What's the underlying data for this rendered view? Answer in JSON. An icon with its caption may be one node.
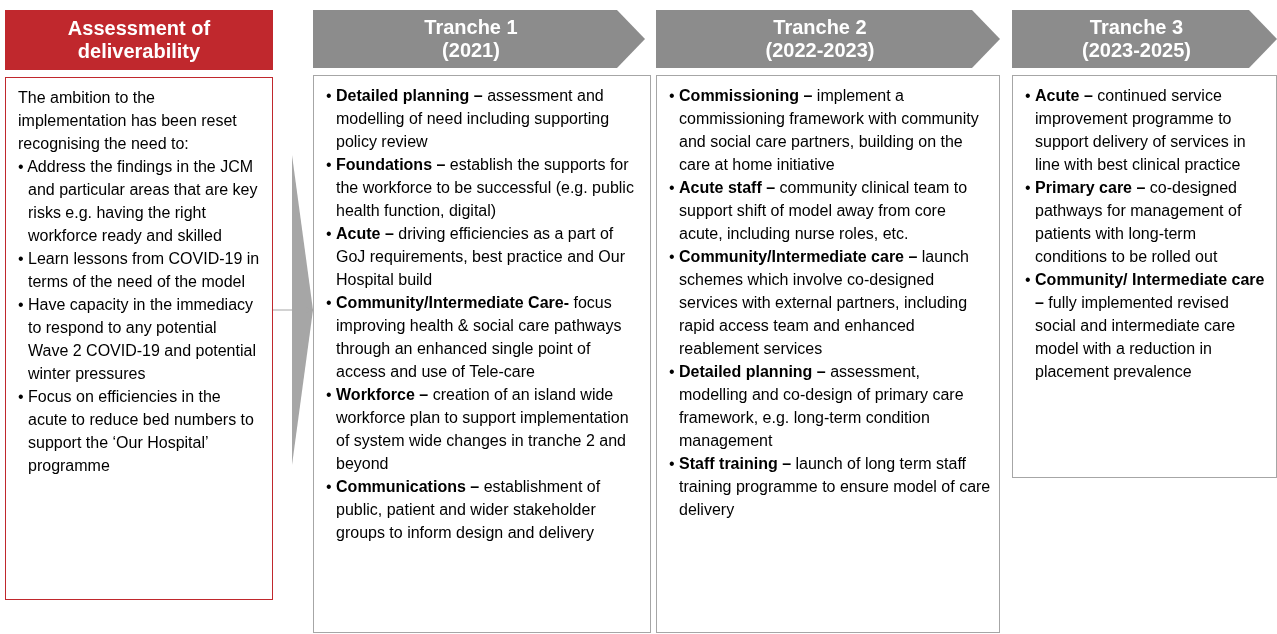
{
  "diagram": {
    "nodes": [
      {
        "text": [
          "Assessment of deliverability"
        ]
      },
      {
        "text": [
          "The ambition to the implementation has been reset recognising the need to:",
          "• Address the findings in the JCM and particular areas that are key risks e.g. having the right workforce ready and skilled",
          "• Learn lessons from COVID-19 in terms of the need of the model",
          "• Have capacity in the immediacy to respond to any potential Wave 2 COVID-19 and potential winter pressures",
          "• Focus on efficiencies in the acute to reduce bed numbers to support the ‘Our Hospital’ programme"
        ]
      },
      {
        "text": [
          "Tranche 1 (2021)"
        ]
      },
      {
        "text": [
          "• **Detailed planning –** assessment and modelling of need including supporting policy review",
          "• **Foundations –** establish the supports for the workforce to be successful (e.g. public health function, digital)",
          "• **Acute –** driving efficiencies as a part of GoJ requirements, best practice and Our Hospital build",
          "• **Community/Intermediate Care-** focus improving health & social care pathways through an enhanced single point of access and use of Tele-care",
          "• **Workforce –** creation of an island wide workforce plan to support implementation of system wide changes in tranche 2 and beyond",
          "• **Communications –** establishment of public, patient and wider stakeholder groups to inform design and delivery"
        ]
      },
      {
        "text": [
          "Tranche 2 (2022-2023)"
        ]
      },
      {
        "text": [
          "• **Commissioning –** implement a commissioning framework with community and social care partners, building on the care at home initiative",
          "• **Acute staff –** community clinical team to support shift of model away from core acute, including nurse roles, etc.",
          "• **Community/Intermediate care –** launch schemes which involve co-designed services with external partners, including rapid access team and enhanced reablement services",
          "• **Detailed planning –** assessment, modelling and co-design of primary care framework, e.g. long-term condition management",
          "• **Staff training –** launch of long term staff training programme to ensure model of care delivery"
        ]
      },
      {
        "text": [
          "Tranche 3 (2023-2025)"
        ]
      },
      {
        "text": [
          "• **Acute –** continued service improvement programme to support delivery of services in line with best clinical practice",
          "• **Primary care –** co-designed pathways for management of patients with long-term conditions to be rolled out",
          "• **Community/ Intermediate care –** fully implemented revised social and intermediate care model with a reduction in placement prevalence"
        ]
      }
    ],
    "edges": [
      {
        "from": 1,
        "to": 3,
        "arrow": "to"
      }
    ]
  }
}
